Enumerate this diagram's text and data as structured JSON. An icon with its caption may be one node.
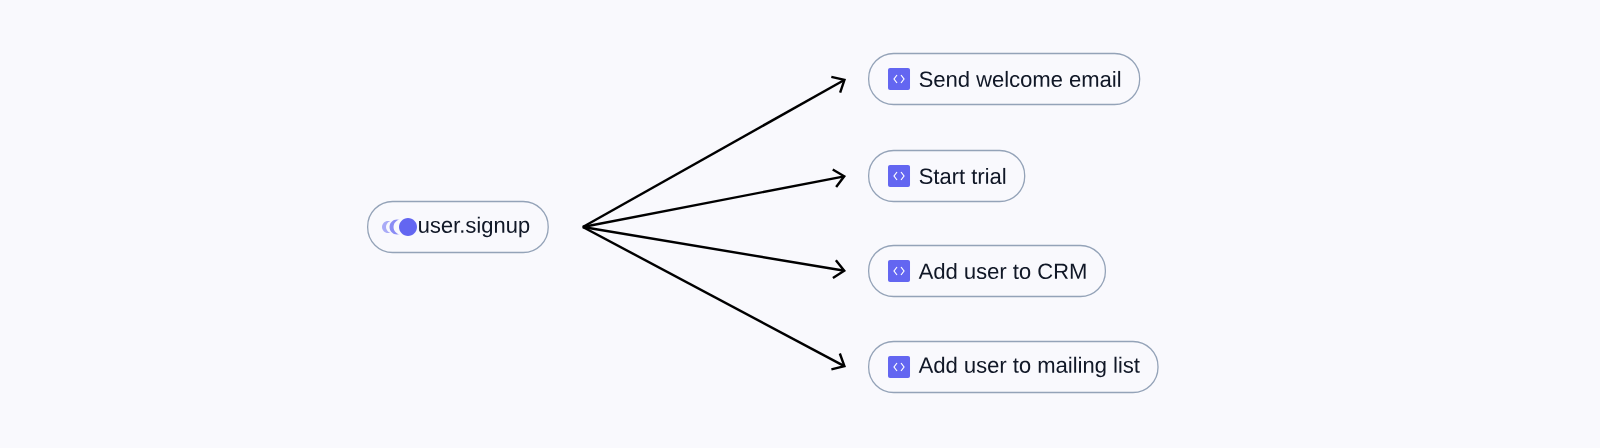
{
  "diagram": {
    "nodes": [
      {
        "text": [
          "user.signup"
        ]
      },
      {
        "text": [
          "Send welcome email"
        ]
      },
      {
        "text": [
          "Start trial"
        ]
      },
      {
        "text": [
          "Add user to CRM"
        ]
      },
      {
        "text": [
          "Add user to mailing list"
        ]
      }
    ],
    "edges": [
      {
        "from": 0,
        "to": 1,
        "arrow": "to"
      },
      {
        "from": 0,
        "to": 2,
        "arrow": "to"
      },
      {
        "from": 0,
        "to": 3,
        "arrow": "to"
      },
      {
        "from": 0,
        "to": 4,
        "arrow": "to"
      }
    ]
  }
}
